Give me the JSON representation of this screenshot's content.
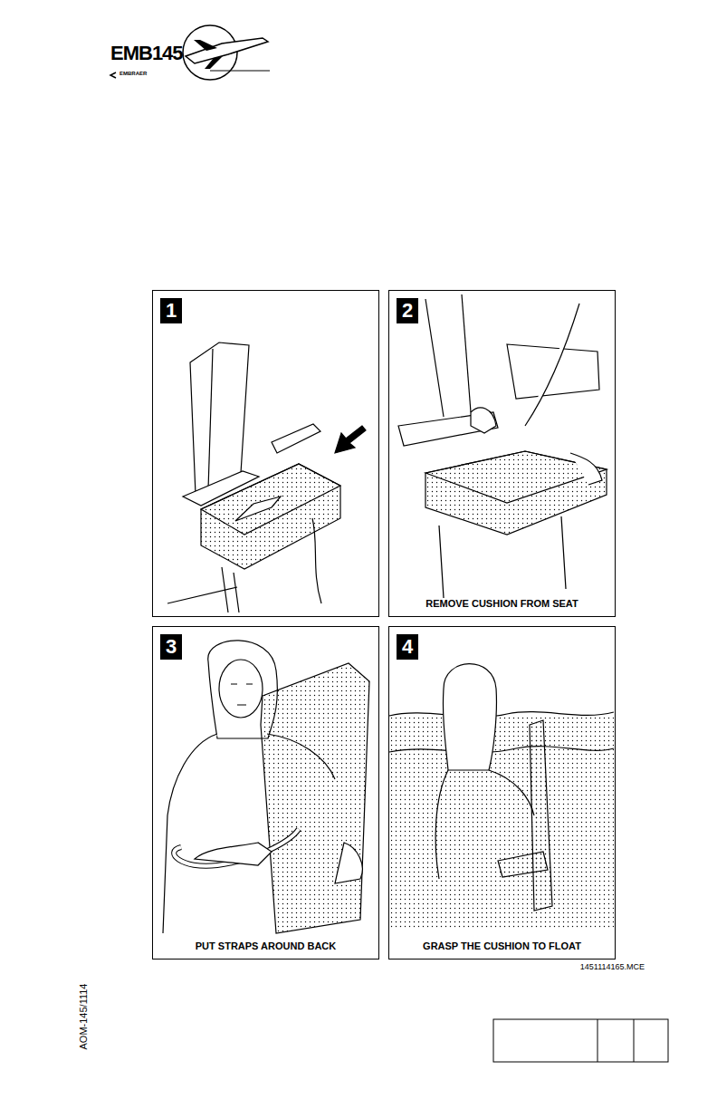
{
  "diagram": {
    "nodes": [
      {
        "text": [
          "1"
        ]
      },
      {
        "text": [
          "2",
          "REMOVE CUSHION FROM SEAT"
        ]
      },
      {
        "text": [
          "3",
          "PUT STRAPS AROUND BACK"
        ]
      },
      {
        "text": [
          "4",
          "GRASP THE CUSHION TO FLOAT"
        ]
      }
    ],
    "labels": [
      "EMB145",
      "EMBRAER",
      "1451114165.MCE",
      "AOM-145/1114"
    ]
  }
}
